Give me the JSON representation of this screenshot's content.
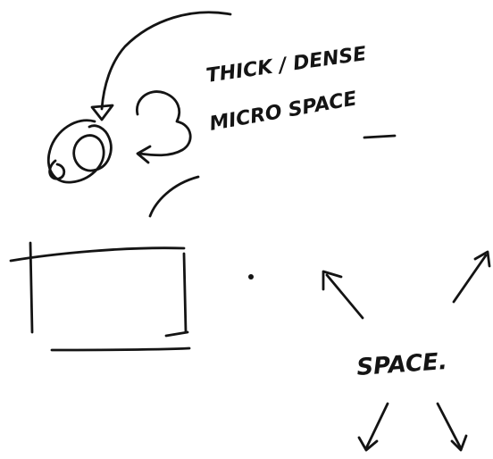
{
  "sketch": {
    "annotation_line_1": "THICK / DENSE",
    "annotation_line_2": "MICRO SPACE",
    "center_label": "SPACE."
  },
  "colors": {
    "ink": "#141414",
    "paper": "#ffffff"
  }
}
